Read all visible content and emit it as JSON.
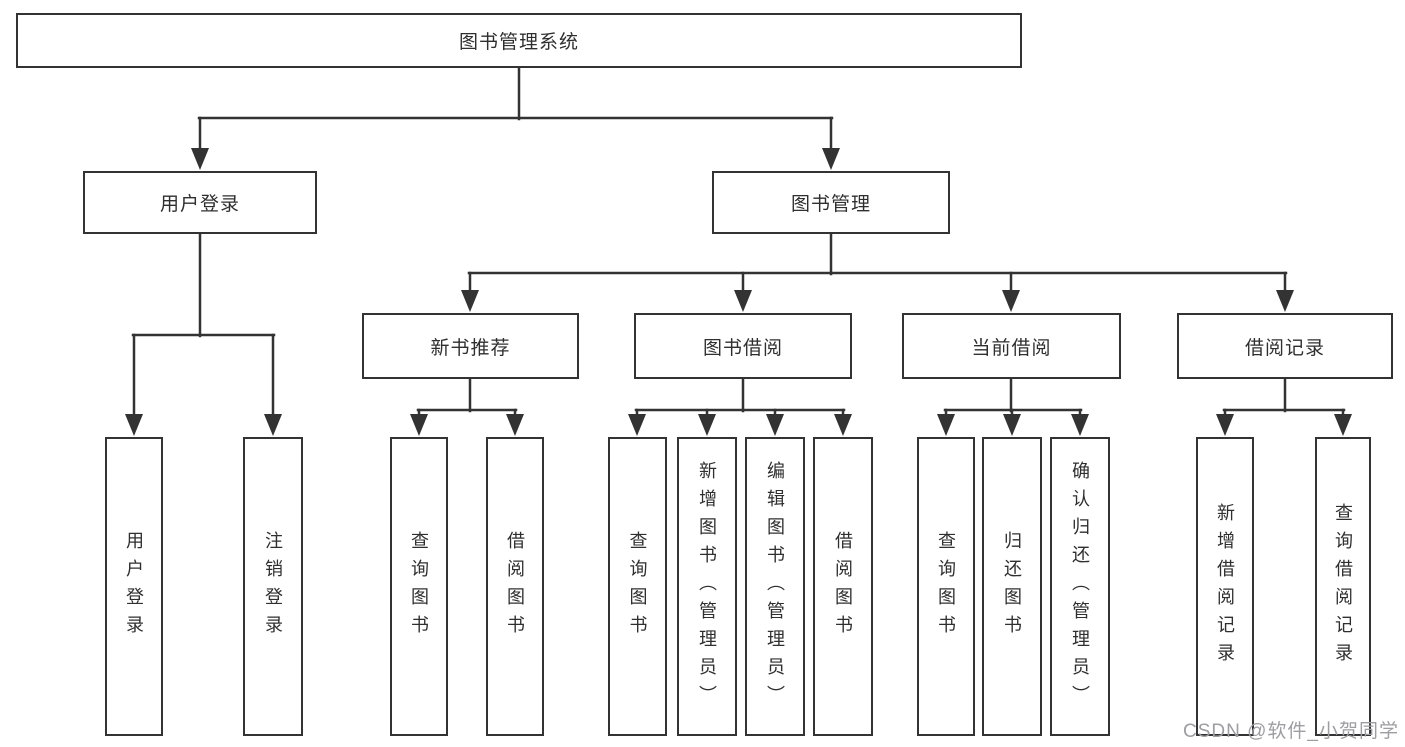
{
  "diagram": {
    "root": {
      "label": "图书管理系统"
    },
    "branches": [
      {
        "label": "用户登录",
        "children": [
          {
            "label": "用户登录"
          },
          {
            "label": "注销登录"
          }
        ]
      },
      {
        "label": "图书管理",
        "children": [
          {
            "label": "新书推荐",
            "children": [
              {
                "label": "查询图书"
              },
              {
                "label": "借阅图书"
              }
            ]
          },
          {
            "label": "图书借阅",
            "children": [
              {
                "label": "查询图书"
              },
              {
                "label": "新增图书（管理员）"
              },
              {
                "label": "编辑图书（管理员）"
              },
              {
                "label": "借阅图书"
              }
            ]
          },
          {
            "label": "当前借阅",
            "children": [
              {
                "label": "查询图书"
              },
              {
                "label": "归还图书"
              },
              {
                "label": "确认归还（管理员）"
              }
            ]
          },
          {
            "label": "借阅记录",
            "children": [
              {
                "label": "新增借阅记录"
              },
              {
                "label": "查询借阅记录"
              }
            ]
          }
        ]
      }
    ]
  },
  "watermark": {
    "text": "CSDN @软件_小贺同学"
  },
  "colors": {
    "line": "#333333",
    "text": "#2f2f2f",
    "watermark": "#9d9da2",
    "background": "#ffffff"
  }
}
